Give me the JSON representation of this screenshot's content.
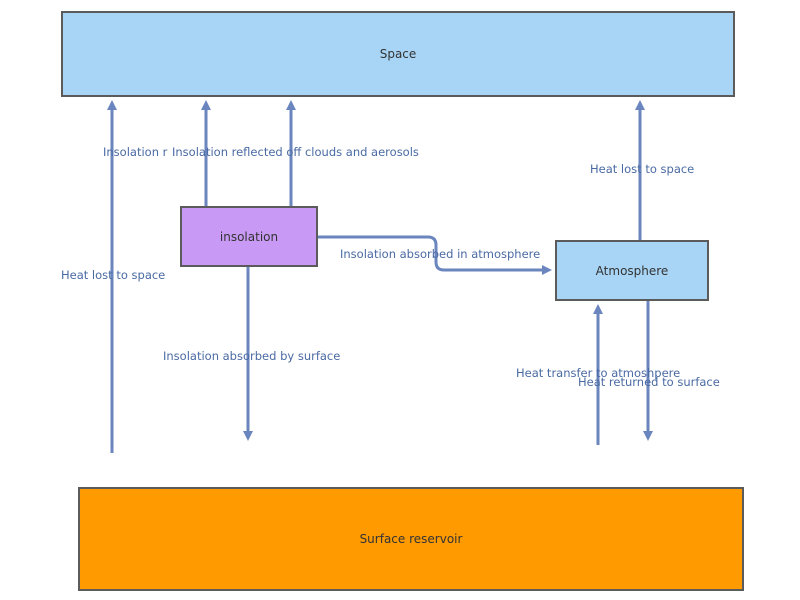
{
  "nodes": {
    "space": "Space",
    "insolation": "insolation",
    "atmosphere": "Atmosphere",
    "surface": "Surface reservoir"
  },
  "edges": {
    "heat_lost_left": "Heat lost to space",
    "insolation_reflected_1": "Insolation r",
    "insolation_reflected_2": "Insolation reflected off clouds and aerosols",
    "absorbed_atmosphere": "Insolation absorbed in atmosphere",
    "absorbed_surface": "Insolation absorbed by surface",
    "heat_lost_right": "Heat lost to space",
    "heat_transfer": "Heat transfer to atmoshpere",
    "heat_returned": "Heat returned to surface"
  },
  "colors": {
    "space": "#a8d5f5",
    "insolation": "#c89af5",
    "atmosphere": "#a8d5f5",
    "surface": "#ff9a00",
    "arrow": "#6b86be",
    "label": "#4a6aa3"
  }
}
